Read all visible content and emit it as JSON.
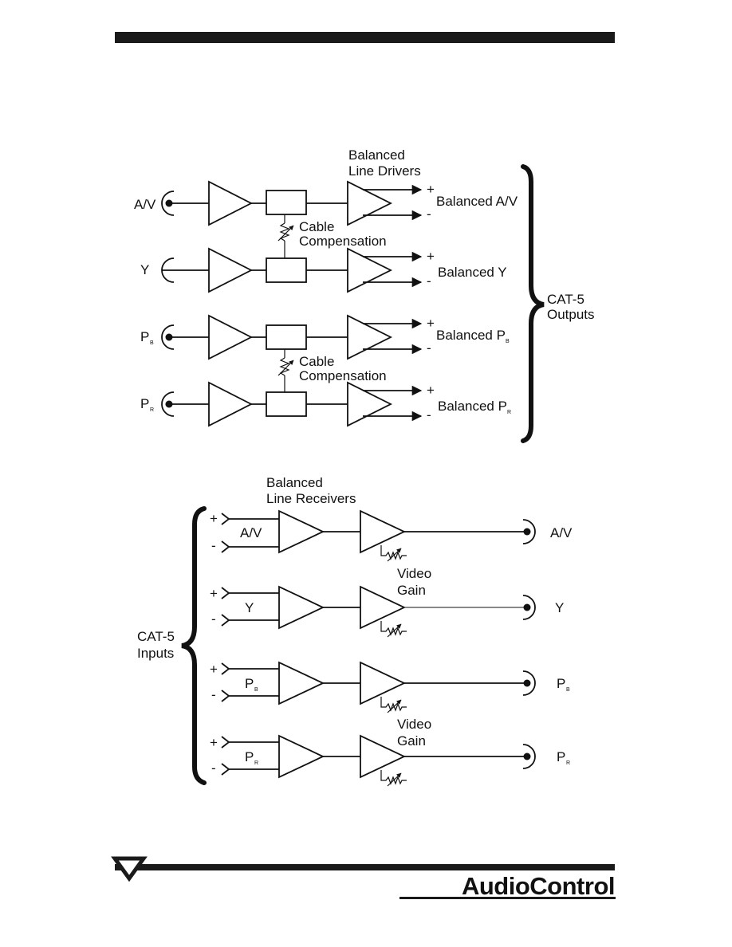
{
  "header": {
    "bar_color": "#1a1a1a"
  },
  "top_diagram": {
    "drivers_label_1": "Balanced",
    "drivers_label_2": "Line Drivers",
    "cable_comp_1a": "Cable",
    "cable_comp_1b": "Compensation",
    "cable_comp_2a": "Cable",
    "cable_comp_2b": "Compensation",
    "outputs_label_1": "CAT-5",
    "outputs_label_2": "Outputs",
    "channels": [
      {
        "in": "A/V",
        "in_sub": "",
        "out": "Balanced A/V",
        "out_sub": "",
        "plus": "+",
        "minus": "-"
      },
      {
        "in": "Y",
        "in_sub": "",
        "out": "Balanced Y",
        "out_sub": "",
        "plus": "+",
        "minus": "-"
      },
      {
        "in": "P",
        "in_sub": "B",
        "out": "Balanced P",
        "out_sub": "B",
        "plus": "+",
        "minus": "-"
      },
      {
        "in": "P",
        "in_sub": "R",
        "out": "Balanced P",
        "out_sub": "R",
        "plus": "+",
        "minus": "-"
      }
    ]
  },
  "bottom_diagram": {
    "receivers_label_1": "Balanced",
    "receivers_label_2": "Line Receivers",
    "inputs_label_1": "CAT-5",
    "inputs_label_2": "Inputs",
    "gain_1a": "Video",
    "gain_1b": "Gain",
    "gain_2a": "Video",
    "gain_2b": "Gain",
    "channels": [
      {
        "pair": "A/V",
        "pair_sub": "",
        "out": "A/V",
        "out_sub": "",
        "plus": "+",
        "minus": "-"
      },
      {
        "pair": "Y",
        "pair_sub": "",
        "out": "Y",
        "out_sub": "",
        "plus": "+",
        "minus": "-"
      },
      {
        "pair": "P",
        "pair_sub": "B",
        "out": "P",
        "out_sub": "B",
        "plus": "+",
        "minus": "-"
      },
      {
        "pair": "P",
        "pair_sub": "R",
        "out": "P",
        "out_sub": "R",
        "plus": "+",
        "minus": "-"
      }
    ]
  },
  "footer": {
    "logo_text": "AudioControl"
  }
}
